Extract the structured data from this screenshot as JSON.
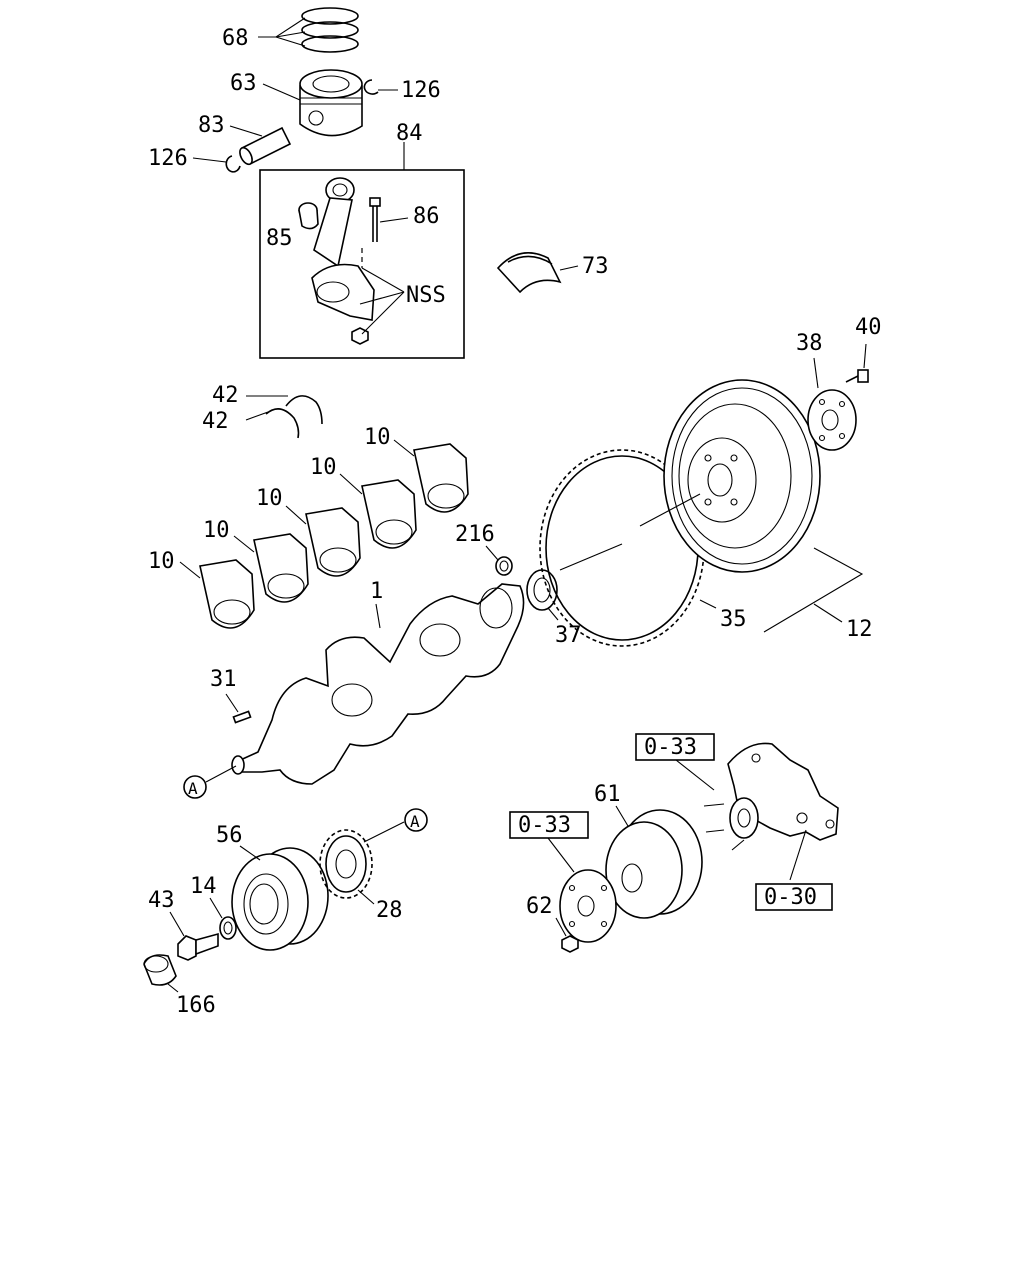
{
  "labels": {
    "l68": "68",
    "l63": "63",
    "l126a": "126",
    "l83": "83",
    "l84": "84",
    "l126b": "126",
    "l86": "86",
    "l85": "85",
    "l73": "73",
    "lnss": "NSS",
    "l40": "40",
    "l38": "38",
    "l42a": "42",
    "l42b": "42",
    "l10a": "10",
    "l10b": "10",
    "l10c": "10",
    "l10d": "10",
    "l10e": "10",
    "l216": "216",
    "l1": "1",
    "l37": "37",
    "l35": "35",
    "l12": "12",
    "l31": "31",
    "lA1": "A",
    "l033a": "0-33",
    "l61": "61",
    "l033b": "0-33",
    "l56": "56",
    "lA2": "A",
    "l030": "0-30",
    "l62": "62",
    "l14": "14",
    "l43": "43",
    "l28": "28",
    "l166": "166"
  }
}
